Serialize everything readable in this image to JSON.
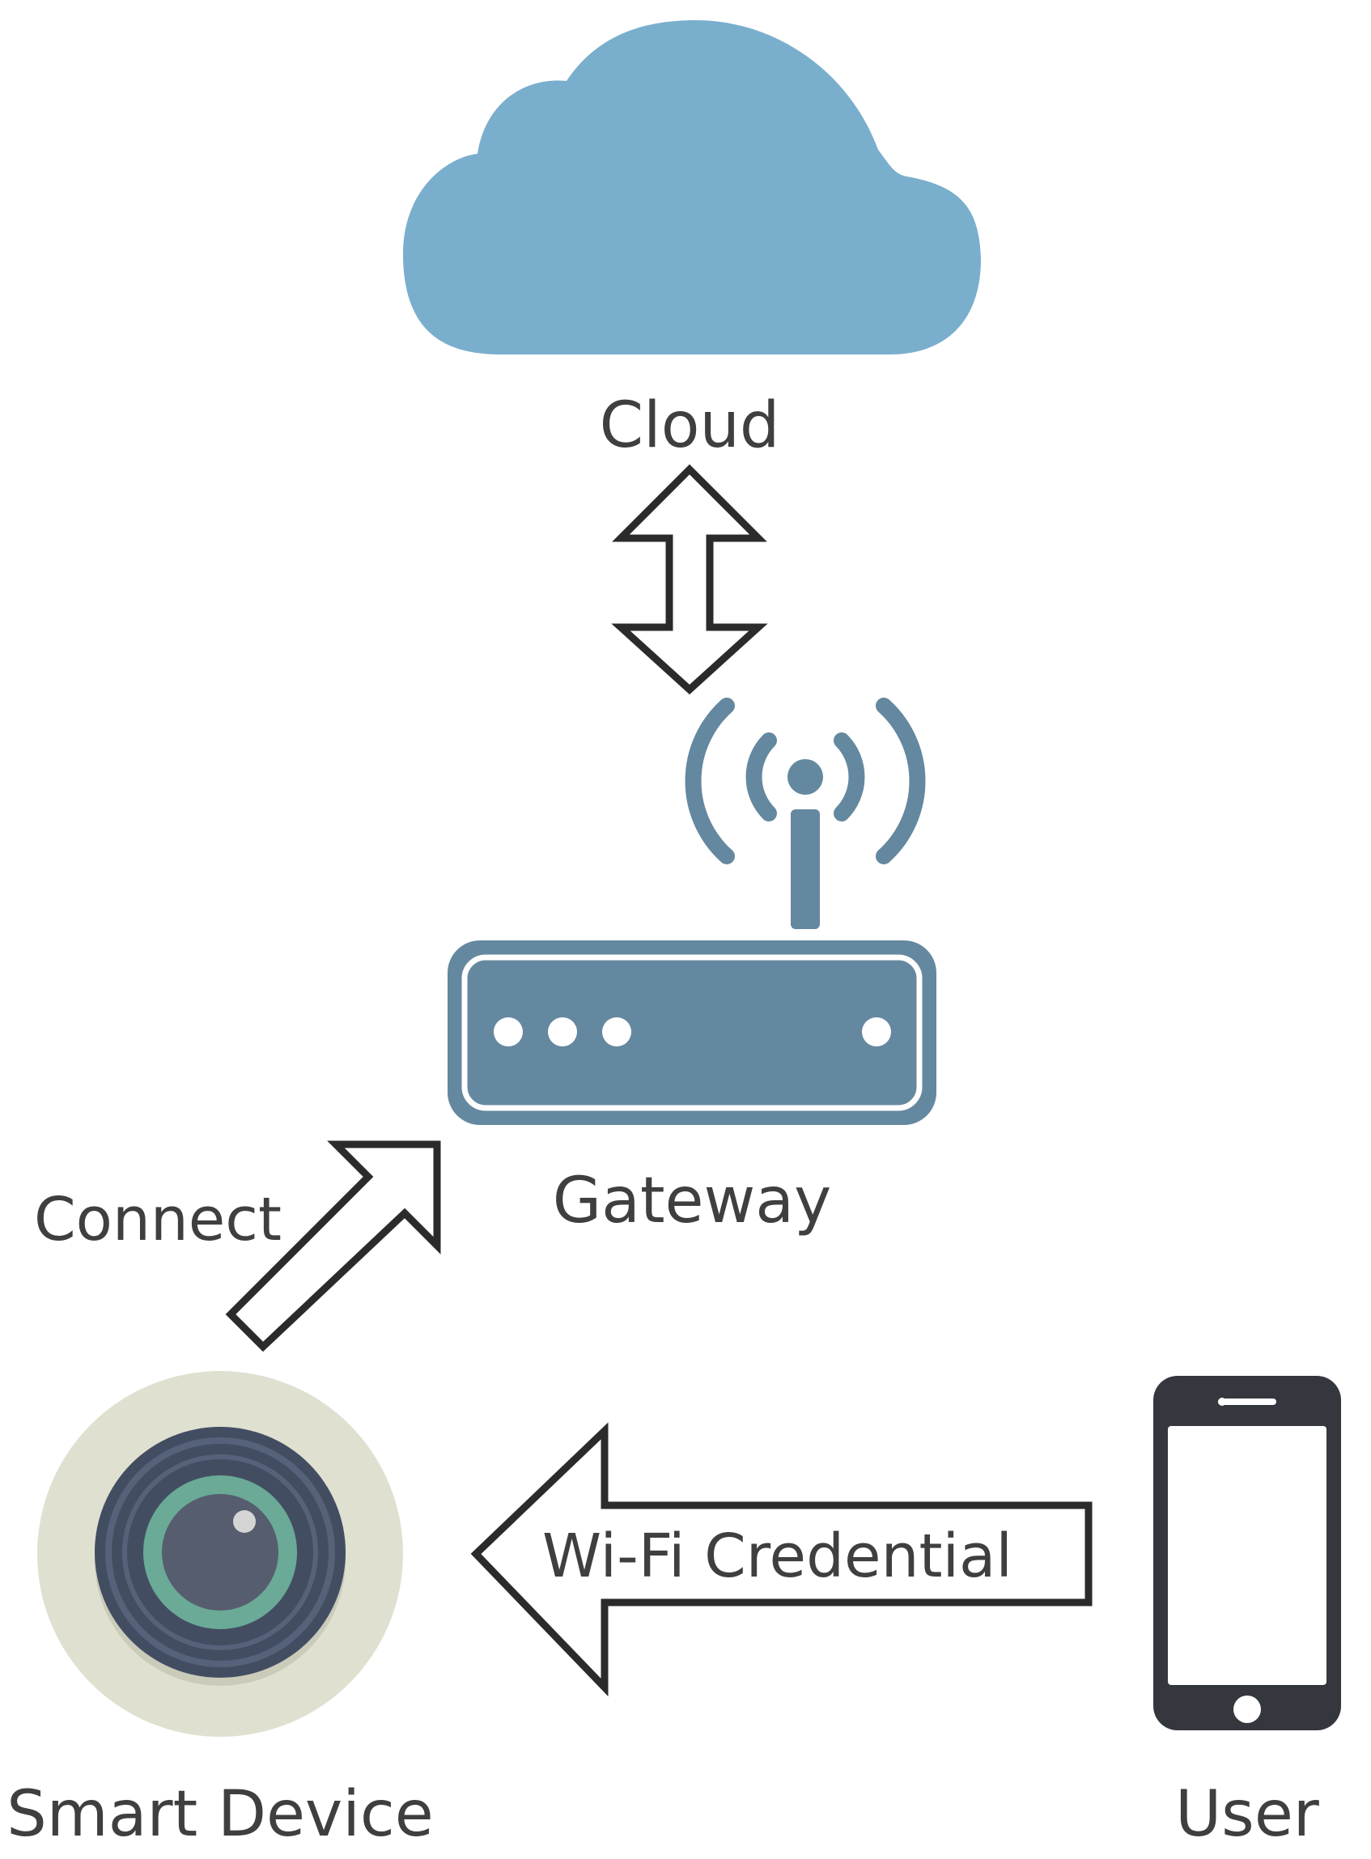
{
  "nodes": {
    "cloud": {
      "label": "Cloud",
      "icon": "cloud-icon"
    },
    "gateway": {
      "label": "Gateway",
      "icon": "router-icon"
    },
    "smart_device": {
      "label": "Smart Device",
      "icon": "camera-icon"
    },
    "user": {
      "label": "User",
      "icon": "smartphone-icon"
    }
  },
  "edges": {
    "cloud_gateway": {
      "label": "",
      "direction": "bidirectional"
    },
    "device_to_gateway": {
      "label": "Connect"
    },
    "user_to_device": {
      "label": "Wi-Fi Credential"
    }
  },
  "colors": {
    "cloud": "#7aaecd",
    "router": "#64889f",
    "camera_bg": "#e0e0d1",
    "camera_body": "#4a5568",
    "camera_ring": "#6aaa96",
    "phone": "#34373e",
    "text": "#3f3f3f"
  }
}
